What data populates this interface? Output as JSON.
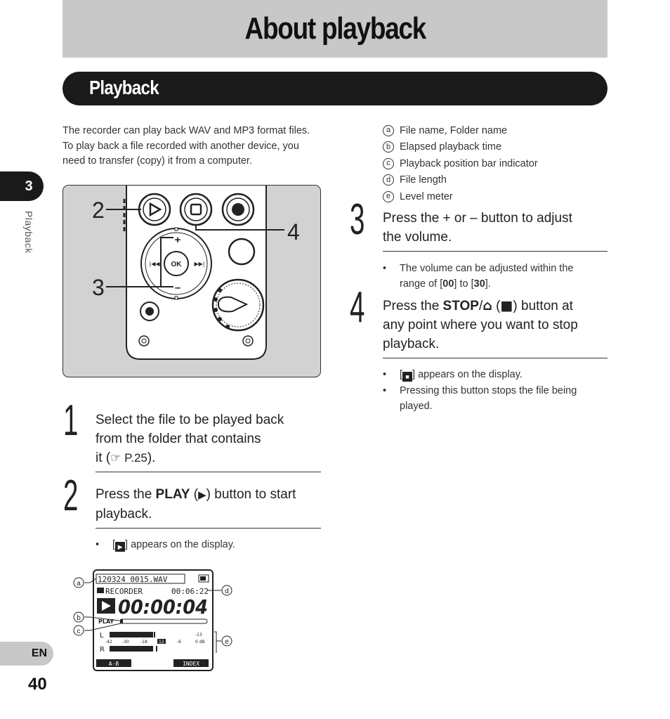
{
  "header": {
    "title": "About playback"
  },
  "section": {
    "title": "Playback"
  },
  "sidebar": {
    "chapter": "3",
    "label": "Playback"
  },
  "footer": {
    "language": "EN",
    "page": "40"
  },
  "intro": "The recorder can play back WAV and MP3 format files. To play back a file recorded with another device, you need to transfer (copy) it from a computer.",
  "device_callouts": {
    "c2": "2",
    "c3": "3",
    "c4": "4",
    "ok": "OK",
    "plus": "+",
    "minus": "–"
  },
  "steps": [
    {
      "num": "1",
      "line1": "Select the file to be played back",
      "line2": "from the folder that contains",
      "line3a": "it (",
      "ref": "☞ P.25",
      "line3b": ")."
    },
    {
      "num": "2",
      "pre": "Press the ",
      "bold": "PLAY",
      "mid": " (",
      "icon": "▶",
      "post": ") button to start",
      "line2": "playback."
    },
    {
      "num": "3",
      "line1": "Press the + or – button to adjust",
      "line2": "the volume."
    },
    {
      "num": "4",
      "pre": "Press the ",
      "bold": "STOP",
      "slash": "/",
      "home": "⌂",
      "mid": " (",
      "icon": "■",
      "post": ") button at",
      "line2": "any point where you want to stop",
      "line3": "playback."
    }
  ],
  "bullets": {
    "s2_b1_open": "[",
    "s2_b1_icon": "▶",
    "s2_b1_text": "] appears on the display.",
    "s3_b1_line1": "The volume can be adjusted within the",
    "s3_b1_line2a": "range of [",
    "s3_b1_v1": "00",
    "s3_b1_mid": "] to [",
    "s3_b1_v2": "30",
    "s3_b1_end": "].",
    "s4_b1_open": "[",
    "s4_b1_icon": "■",
    "s4_b1_text": "] appears on the display.",
    "s4_b2_line1": "Pressing this button stops the file being",
    "s4_b2_line2": "played."
  },
  "legend": [
    {
      "key": "a",
      "text": "File name, Folder name"
    },
    {
      "key": "b",
      "text": "Elapsed playback time"
    },
    {
      "key": "c",
      "text": "Playback position bar indicator"
    },
    {
      "key": "d",
      "text": "File length"
    },
    {
      "key": "e",
      "text": "Level meter"
    }
  ],
  "lcd": {
    "filename": "120324_0015.WAV",
    "folder": "RECORDER",
    "length": "00:06:22",
    "elapsed": "00:00:04",
    "mode": "PLAY",
    "ch_l": "L",
    "ch_r": "R",
    "scale": [
      "-42",
      "-30",
      "-18",
      "12",
      "-6",
      "0 dB"
    ],
    "peak": "-13",
    "softkey_left": "A-B",
    "softkey_right": "INDEX",
    "callouts": [
      "a",
      "b",
      "c",
      "d",
      "e"
    ]
  }
}
